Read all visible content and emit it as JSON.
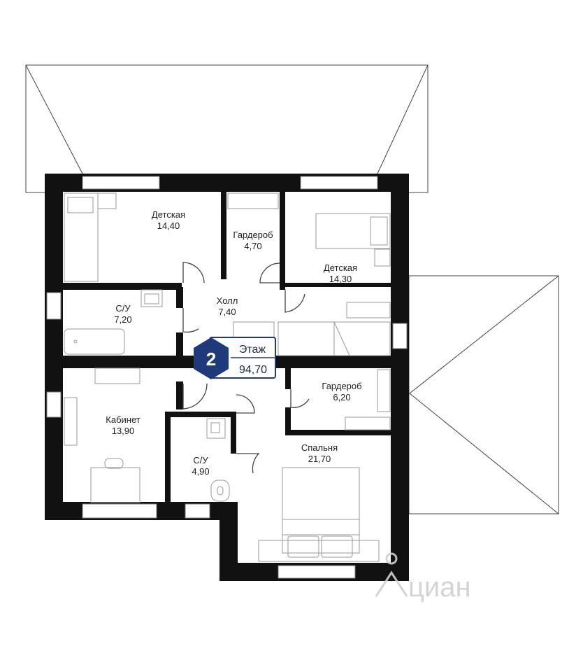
{
  "floor": {
    "number": "2",
    "label": "Этаж",
    "area": "94,70"
  },
  "rooms": [
    {
      "name": "Детская",
      "area": "14,40"
    },
    {
      "name": "Гардероб",
      "area": "4,70"
    },
    {
      "name": "Детская",
      "area": "14,30"
    },
    {
      "name": "Холл",
      "area": "7,40"
    },
    {
      "name": "С/У",
      "area": "7,20"
    },
    {
      "name": "Гардероб",
      "area": "6,20"
    },
    {
      "name": "Кабинет",
      "area": "13,90"
    },
    {
      "name": "Спальня",
      "area": "21,70"
    },
    {
      "name": "С/У",
      "area": "4,90"
    }
  ],
  "watermark": "циан",
  "colors": {
    "wall": "#111111",
    "badge": "#1e3a7b",
    "line": "#9a9a9a"
  }
}
